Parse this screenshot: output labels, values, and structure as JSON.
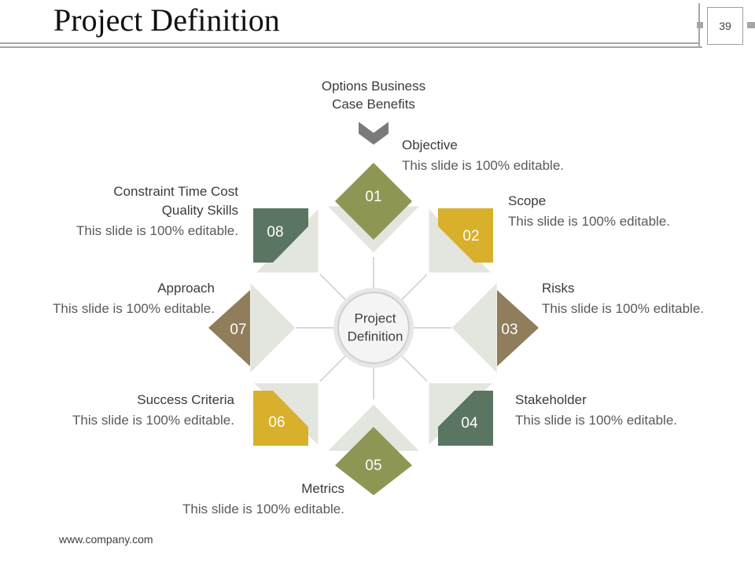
{
  "slide": {
    "title": "Project Definition",
    "page_number": "39",
    "footer": "www.company.com"
  },
  "diagram": {
    "center_label_line1": "Project",
    "center_label_line2": "Definition",
    "top_callout_line1": "Options Business",
    "top_callout_line2": "Case Benefits",
    "colors": {
      "olive": "#8f9654",
      "gold": "#d8b02c",
      "brown": "#8f7d5c",
      "slate": "#5b7563",
      "panel": "#e3e5df",
      "line": "#c0c0c0"
    },
    "items": [
      {
        "number": "01",
        "title": "Objective",
        "desc": "This slide is 100% editable."
      },
      {
        "number": "02",
        "title": "Scope",
        "desc": "This slide is 100% editable."
      },
      {
        "number": "03",
        "title": "Risks",
        "desc": "This slide is 100% editable."
      },
      {
        "number": "04",
        "title": "Stakeholder",
        "desc": "This slide is 100% editable."
      },
      {
        "number": "05",
        "title": "Metrics",
        "desc": "This slide is 100% editable."
      },
      {
        "number": "06",
        "title": "Success Criteria",
        "desc": "This slide is 100% editable."
      },
      {
        "number": "07",
        "title": "Approach",
        "desc": "This slide is 100% editable."
      },
      {
        "number": "08",
        "title_line1": "Constraint Time Cost",
        "title_line2": "Quality Skills",
        "desc": "This slide is 100% editable."
      }
    ]
  }
}
